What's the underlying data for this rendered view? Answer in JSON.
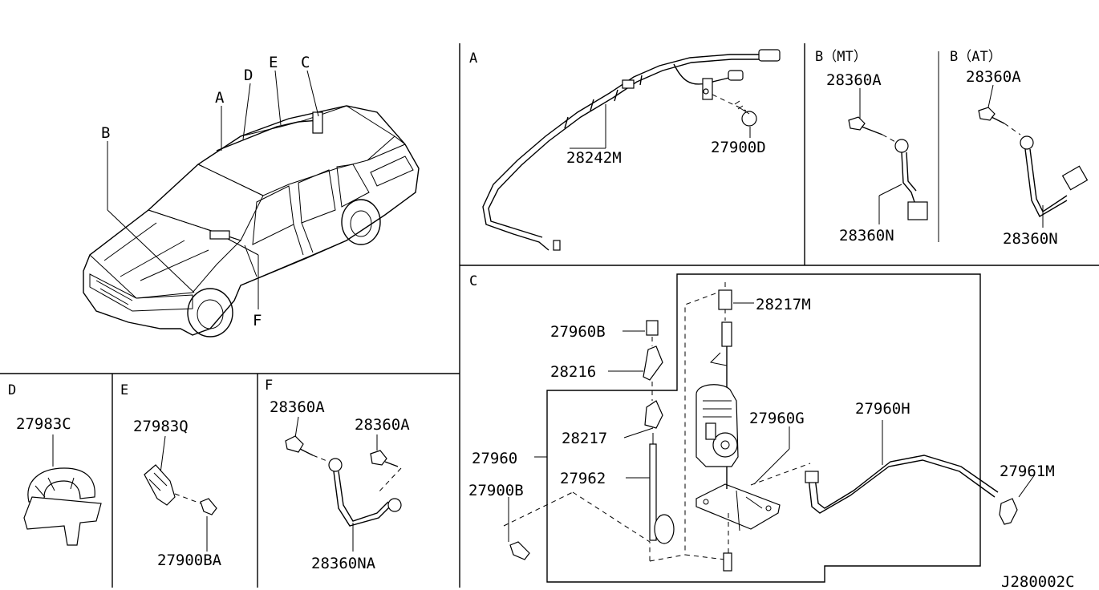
{
  "diagram_code": "J280002C",
  "overview": {
    "callouts": {
      "a": "A",
      "b": "B",
      "c": "C",
      "d": "D",
      "e": "E",
      "f": "F"
    }
  },
  "panel_a": {
    "label": "A",
    "parts": {
      "harness": "28242M",
      "screw": "27900D"
    }
  },
  "panel_b_mt": {
    "label": "B（MT）",
    "parts": {
      "bolt": "28360A",
      "strap": "28360N"
    }
  },
  "panel_b_at": {
    "label": "B（AT）",
    "parts": {
      "bolt": "28360A",
      "strap": "28360N"
    }
  },
  "panel_c": {
    "label": "C",
    "parts": {
      "nut_top": "28217M",
      "cap": "27960B",
      "grommet": "28216",
      "escutcheon": "28217",
      "assembly": "27960",
      "rod": "27962",
      "screw": "27900B",
      "bracket": "27960G",
      "cable": "27960H",
      "clip": "27961M"
    }
  },
  "panel_d": {
    "label": "D",
    "parts": {
      "clip": "27983C"
    }
  },
  "panel_e": {
    "label": "E",
    "parts": {
      "clip": "27983Q",
      "screw": "27900BA"
    }
  },
  "panel_f": {
    "label": "F",
    "parts": {
      "bolt_left": "28360A",
      "bolt_right": "28360A",
      "strap": "28360NA"
    }
  }
}
